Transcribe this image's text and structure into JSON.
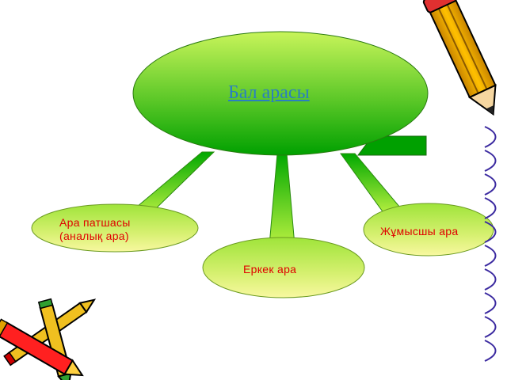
{
  "diagram": {
    "title": "Бал арасы ",
    "nodes": [
      {
        "id": "queen",
        "line1": "Ара патшасы",
        "line2": "(аналық ара)"
      },
      {
        "id": "worker",
        "label": "Жұмысшы ара"
      },
      {
        "id": "drone",
        "label": "Еркек ара"
      }
    ]
  },
  "colors": {
    "node_fill_top": "#a8e83a",
    "node_fill_bottom": "#f6f690",
    "title_fill_top": "#b8f050",
    "title_fill_bottom": "#00a000",
    "text_red": "#e00000",
    "title_blue": "#2a7fc0"
  },
  "decorations": [
    "pencil-icon",
    "crayons-icon",
    "spiral-binding"
  ]
}
